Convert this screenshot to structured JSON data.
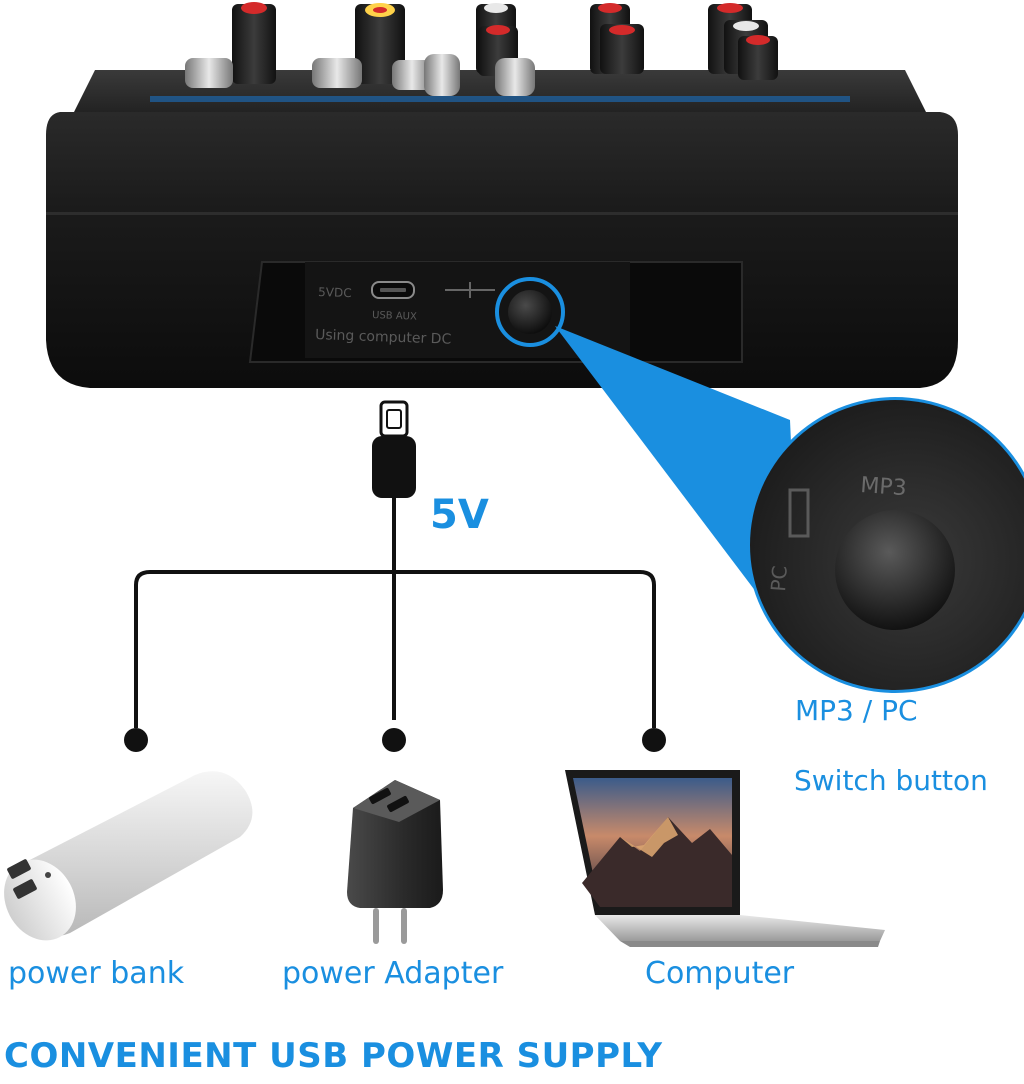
{
  "panel_markings": {
    "dc_label": "5VDC",
    "usb_label": "USB AUX",
    "usage_label": "Using computer DC",
    "switch_label": "MP3",
    "switch_alt": "PC"
  },
  "voltage_label": "5V",
  "switch_callout": {
    "line1": "MP3 / PC",
    "line2": "Switch button"
  },
  "power_sources": [
    {
      "label": "power bank",
      "icon": "power-bank-icon"
    },
    {
      "label": "power Adapter",
      "icon": "wall-charger-icon"
    },
    {
      "label": "Computer",
      "icon": "laptop-icon"
    }
  ],
  "headline": "CONVENIENT USB POWER SUPPLY",
  "colors": {
    "accent": "#1a8fe0",
    "device_body": "#161616",
    "knob_red": "#d42a2a",
    "cable": "#111111"
  }
}
